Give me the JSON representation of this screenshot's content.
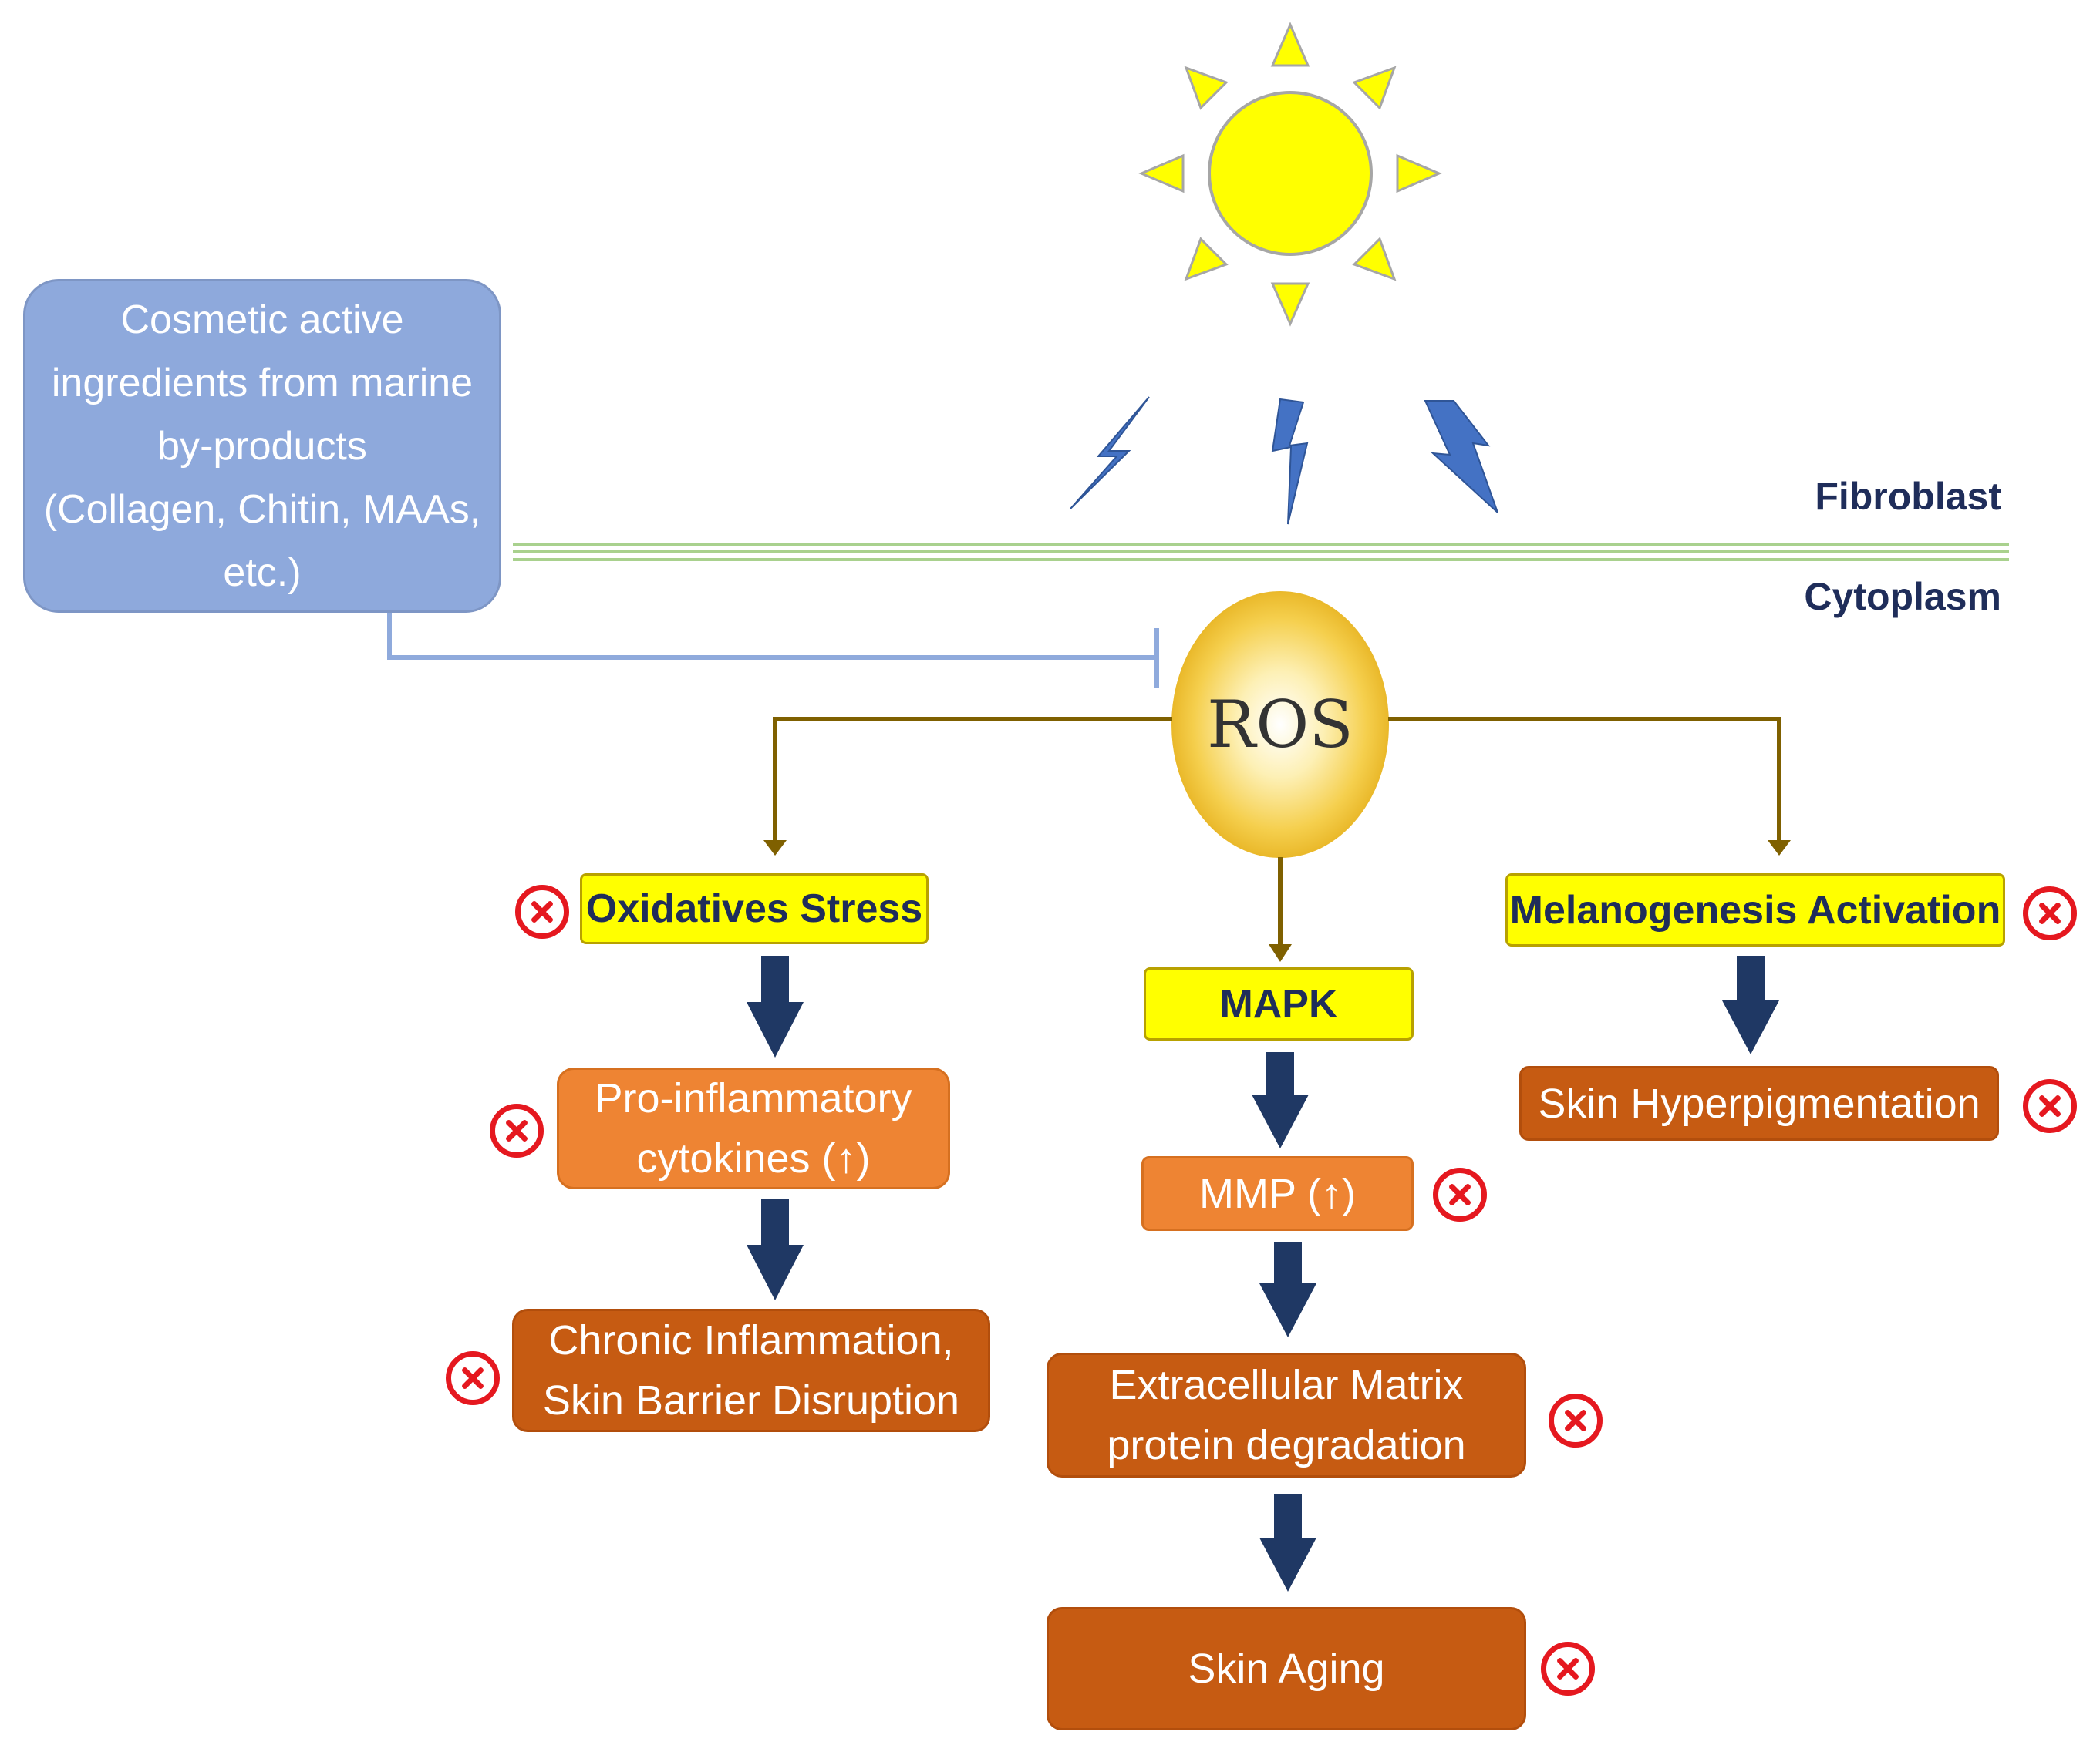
{
  "marine_box": {
    "lines": [
      "Cosmetic active",
      "ingredients from marine",
      "by-products",
      "(Collagen, Chitin, MAAs,",
      "etc.)"
    ]
  },
  "layers": {
    "fibroblast": "Fibroblast",
    "cytoplasm": "Cytoplasm"
  },
  "ros": {
    "label": "ROS"
  },
  "pathways": {
    "oxidative_stress": "Oxidatives Stress",
    "pro_inflammatory": [
      "Pro-inflammatory",
      "cytokines (↑)"
    ],
    "chronic_inflammation": [
      "Chronic Inflammation,",
      "Skin Barrier Disruption"
    ],
    "mapk": "MAPK",
    "mmp": "MMP (↑)",
    "ecm_degradation": [
      "Extracellular Matrix",
      "protein degradation"
    ],
    "skin_aging": "Skin Aging",
    "melanogenesis": "Melanogenesis Activation",
    "hyperpigmentation": "Skin Hyperpigmentation"
  },
  "colors": {
    "sun": "#ffff00",
    "lightning": "#4472c4",
    "membrane": "#a9d18e",
    "inhibition_line": "#8faadc",
    "ros_connector": "#7f6000",
    "block_arrow": "#1f3864",
    "inhibit_mark": "#e5181f"
  }
}
